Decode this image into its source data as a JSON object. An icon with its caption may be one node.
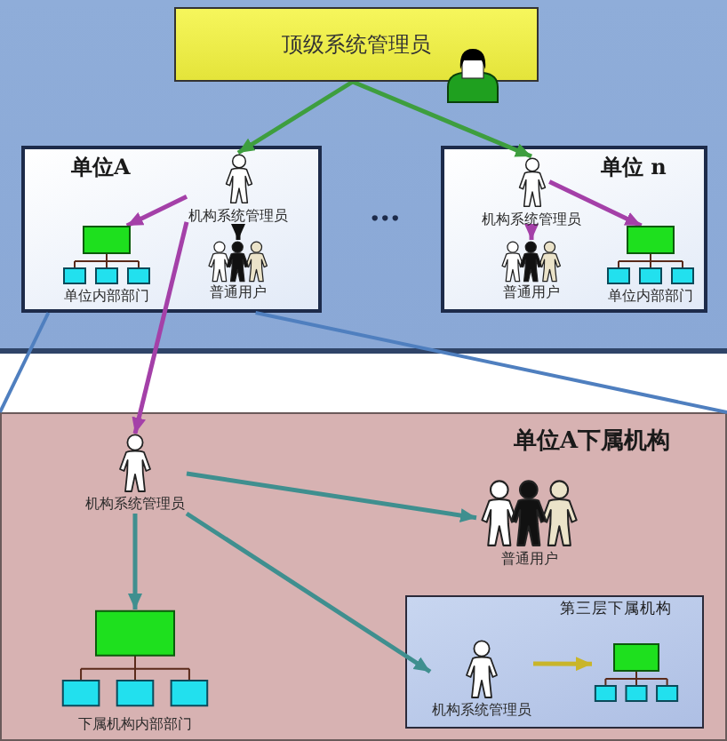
{
  "diagram": {
    "nodes": [
      {
        "text": [
          "顶级系统管理员"
        ]
      },
      {
        "text": [
          "单位A"
        ]
      },
      {
        "text": [
          "机构系统管理员"
        ],
        "in": 1
      },
      {
        "text": [
          "普通用户"
        ],
        "in": 1
      },
      {
        "text": [
          "单位内部部门"
        ],
        "in": 1
      },
      {
        "text": [
          "单位 n"
        ]
      },
      {
        "text": [
          "机构系统管理员"
        ],
        "in": 5
      },
      {
        "text": [
          "普通用户"
        ],
        "in": 5
      },
      {
        "text": [
          "单位内部部门"
        ],
        "in": 5
      },
      {
        "text": [
          "单位A下属机构"
        ]
      },
      {
        "text": [
          "机构系统管理员"
        ],
        "in": 9
      },
      {
        "text": [
          "普通用户"
        ],
        "in": 9
      },
      {
        "text": [
          "下属机构内部部门"
        ],
        "in": 9
      },
      {
        "text": [
          "第三层下属机构"
        ],
        "in": 9
      },
      {
        "text": [
          "机构系统管理员"
        ],
        "in": 13
      },
      {
        "text": [],
        "shape": "picture",
        "in": 13
      }
    ],
    "edges": [
      {
        "from": 0,
        "to": 2,
        "arrow": "to",
        "color": "#3e9e3e"
      },
      {
        "from": 0,
        "to": 6,
        "arrow": "to",
        "color": "#3e9e3e"
      },
      {
        "from": 2,
        "to": 4,
        "arrow": "to"
      },
      {
        "from": 2,
        "to": 3,
        "arrow": "to",
        "color": "#111111"
      },
      {
        "from": 2,
        "to": 10,
        "arrow": "to"
      },
      {
        "from": 6,
        "to": 7,
        "arrow": "to"
      },
      {
        "from": 6,
        "to": 8,
        "arrow": "to"
      },
      {
        "from": 1,
        "to": 9,
        "arrow": "none",
        "color": "#4f7fbf"
      },
      {
        "from": 1,
        "to": 9,
        "arrow": "none",
        "color": "#4f7fbf"
      },
      {
        "from": 10,
        "to": 11,
        "arrow": "to",
        "color": "#3f8f8f"
      },
      {
        "from": 10,
        "to": 12,
        "arrow": "to",
        "color": "#3f8f8f"
      },
      {
        "from": 10,
        "to": 14,
        "arrow": "to",
        "color": "#3f8f8f"
      },
      {
        "from": 14,
        "to": 15,
        "arrow": "to",
        "color": "#c9b52a"
      }
    ],
    "labels": [
      "•••"
    ]
  }
}
